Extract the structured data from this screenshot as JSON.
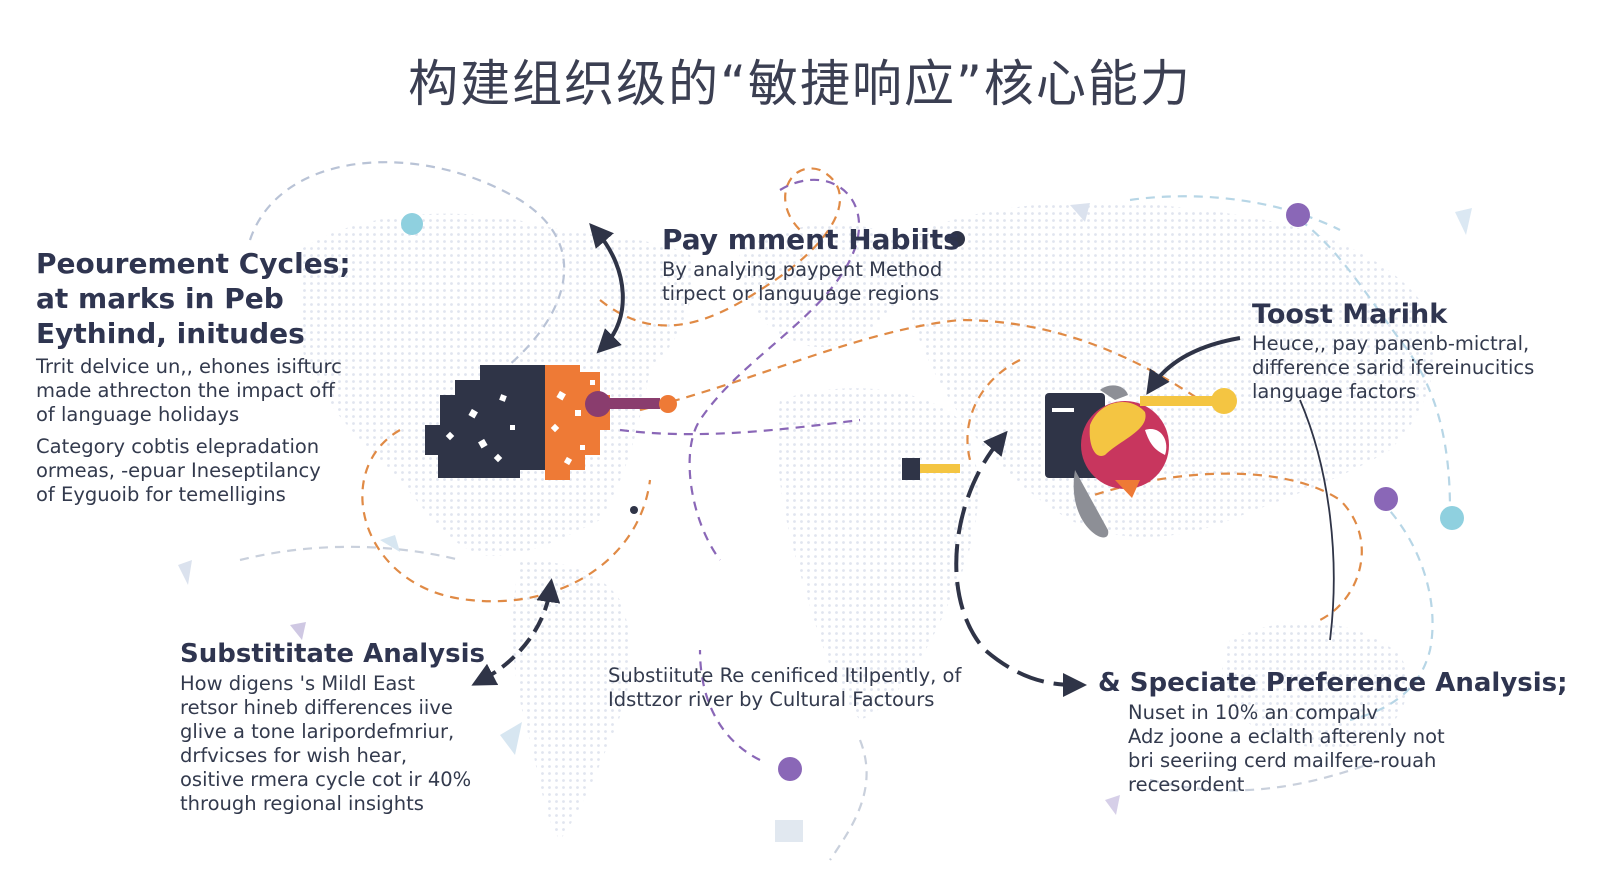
{
  "title": "构建组织级的“敏捷响应”核心能力",
  "blocks": {
    "procurement": {
      "heading": [
        "Peourement Cycles;",
        "at marks in Peb",
        "Eythind, initudes"
      ],
      "para1": [
        "Trrit delvice un,, ehones isifturc",
        "made athrecton the impact  off",
        "of language holidays"
      ],
      "para2": [
        "Category cobtis elepradation",
        "ormeas, -epuar Ineseptilancy",
        "of  Eyguoib for temelligins"
      ]
    },
    "payment": {
      "heading": "Pay mment Habiits",
      "body": [
        "By analying paypent Method",
        "tirpect or languuage regions"
      ]
    },
    "toost": {
      "heading": "Toost Marihk",
      "body": [
        "Heuce,, pay panenb-mictral,",
        "difference sarid ifereinucitics",
        "language factors"
      ]
    },
    "substitute": {
      "heading": "Substititate Analysis",
      "body": [
        "How digens 's Mildl East",
        "retsor hineb differences iive",
        "glive a tone laripordefmriur,",
        "drfvicses for wish hear,",
        "ositive rmera cycle cot ir 40%",
        "through regional insights"
      ]
    },
    "center": {
      "body": [
        "Substiitute Re cenificed Itilpently, of",
        "Idsttzor river by Cultural Factours"
      ]
    },
    "speciate": {
      "heading": "Speciate Preference Analysis;",
      "glyph": "&",
      "body": [
        "Nuset in 10% an compalv",
        "Adz joone a eclalth afterenly not",
        "bri seeriing cerd mailfere-rouah",
        "recesordent"
      ]
    }
  },
  "colors": {
    "navy": "#2f3447",
    "orange": "#ee7a36",
    "purple": "#8a67b7",
    "cyan": "#8fd0df",
    "yellow": "#f4c542",
    "magenta": "#c8365e",
    "dash_orange": "#e08a45",
    "dash_blue": "#b7d6e6"
  },
  "icons": [
    "world-map-icon",
    "pixel-continent-icon",
    "globe-icon",
    "arrow-icon",
    "dot-icon"
  ]
}
